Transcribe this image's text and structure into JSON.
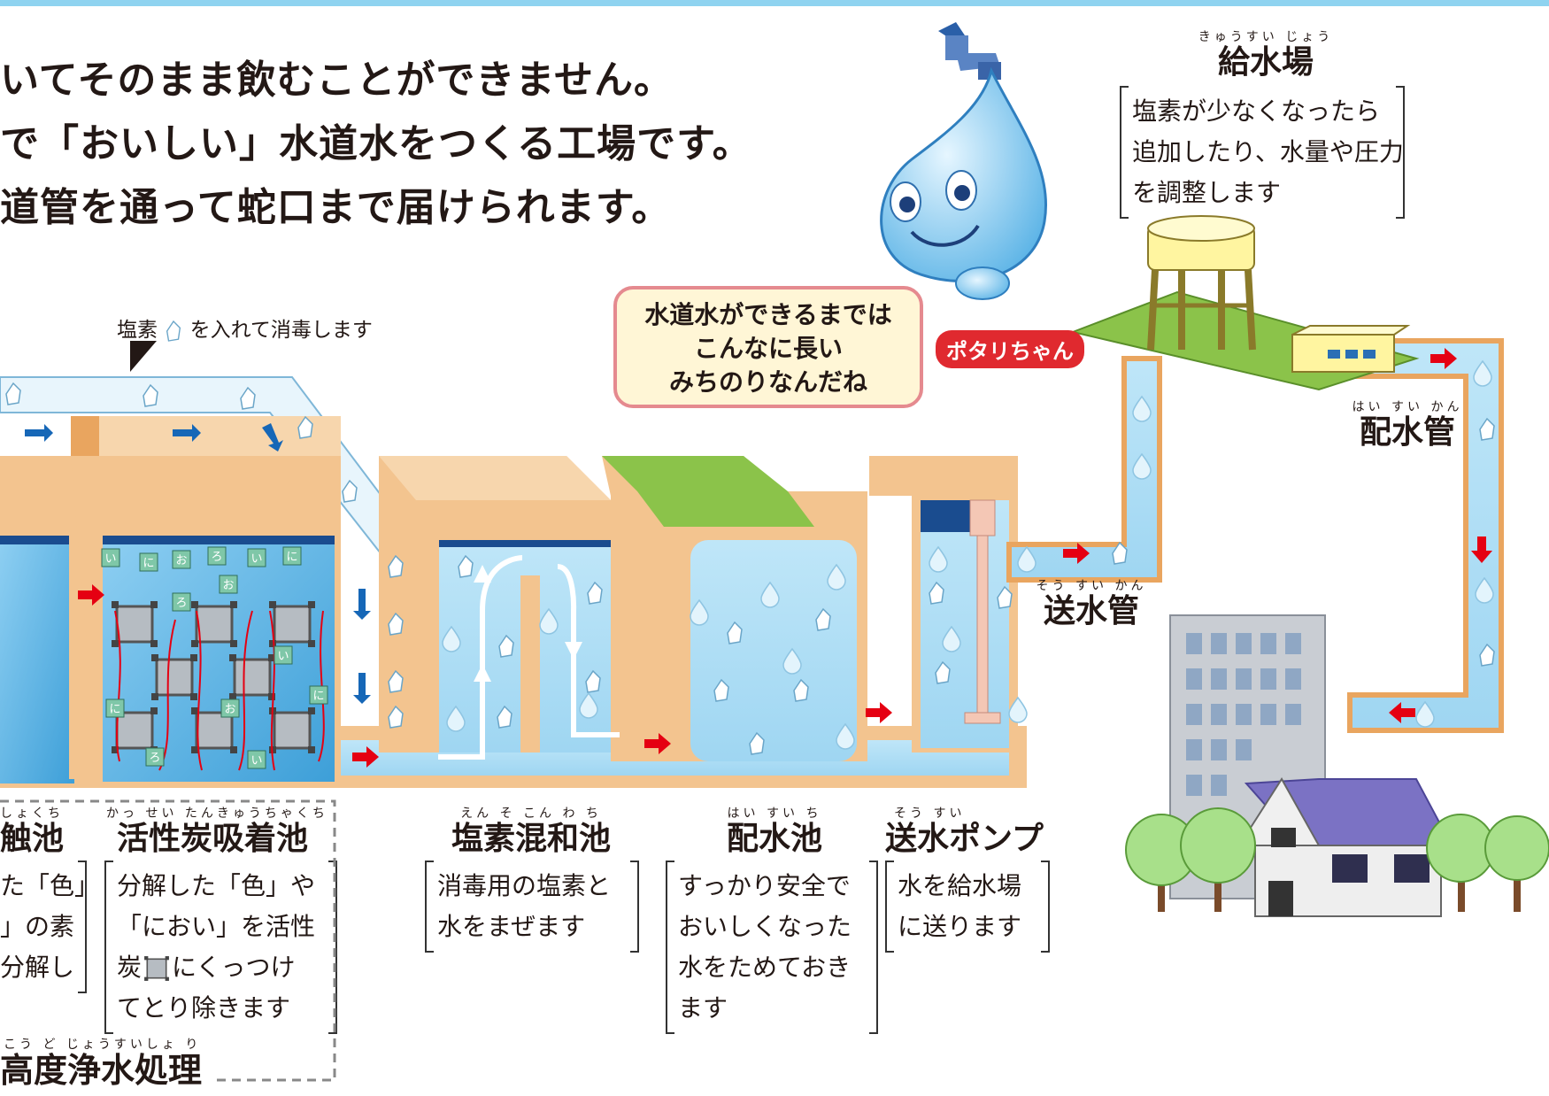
{
  "intro": {
    "line1": "いてそのまま飲むことができません。",
    "line2": "で「おいしい」水道水をつくる工場です。",
    "line3": "道管を通って蛇口まで届けられます。"
  },
  "chlorine_note": {
    "before": "塩素",
    "after": "を入れて消毒します"
  },
  "speech_bubble": {
    "line1": "水道水ができるまでは",
    "line2": "こんなに長い",
    "line3": "みちのりなんだね"
  },
  "character_name": "ポタリちゃん",
  "stations": {
    "supply_plant": {
      "ruby": "きゅうすい じょう",
      "title": "給水場",
      "desc": [
        "塩素が少なくなったら",
        "追加したり、水量や圧力",
        "を調整します"
      ]
    },
    "distribution_pipe": {
      "ruby": "はい すい かん",
      "title": "配水管"
    },
    "transmission_pipe": {
      "ruby": "そう すい かん",
      "title": "送水管"
    },
    "biological_contact": {
      "ruby": "しょくち",
      "title": "触池",
      "desc": [
        "た「色」",
        "」の素",
        "分解し"
      ]
    },
    "activated_carbon": {
      "ruby": "かっ せい たんきゅうちゃくち",
      "title": "活性炭吸着池",
      "desc": [
        "分解した「色」や",
        "「におい」を活性",
        "炭",
        "にくっつけ",
        "てとり除きます"
      ]
    },
    "chlorine_mixing": {
      "ruby": "えん そ こん わ ち",
      "title": "塩素混和池",
      "desc": [
        "消毒用の塩素と",
        "水をまぜます"
      ]
    },
    "distribution_reservoir": {
      "ruby": "はい すい ち",
      "title": "配水池",
      "desc": [
        "すっかり安全で",
        "おいしくなった",
        "水をためておき",
        "ます"
      ]
    },
    "pump": {
      "ruby": "そう すい",
      "title_kanji": "送水",
      "title_kana": "ポンプ",
      "desc": [
        "水を給水場",
        "に送ります"
      ]
    },
    "advanced_treatment": {
      "ruby": "こう ど じょうすいしょ り",
      "title": "高度浄水処理"
    }
  },
  "carbon_block_letters": [
    "い",
    "に",
    "お",
    "ろ"
  ],
  "colors": {
    "water": "#b9e3f7",
    "wall": "#f3c48f",
    "wall_dark": "#e9a55f",
    "pipe": "#dff1fb",
    "arrow": "#e50012",
    "blue_arrow": "#1667b7",
    "grass": "#8bc34a",
    "tower": "#fff5a0",
    "house_roof": "#7b72c4",
    "building": "#c9cdd3",
    "bubble_border": "#e58a8f",
    "character": "#5ab3e6"
  },
  "icons": [
    "chlorine-crystal-icon",
    "red-flow-arrow-icon",
    "blue-flow-arrow-icon",
    "water-drop-icon",
    "carbon-block-icon",
    "tree-icon",
    "building-icon",
    "house-icon",
    "water-tower-icon",
    "faucet-icon"
  ]
}
